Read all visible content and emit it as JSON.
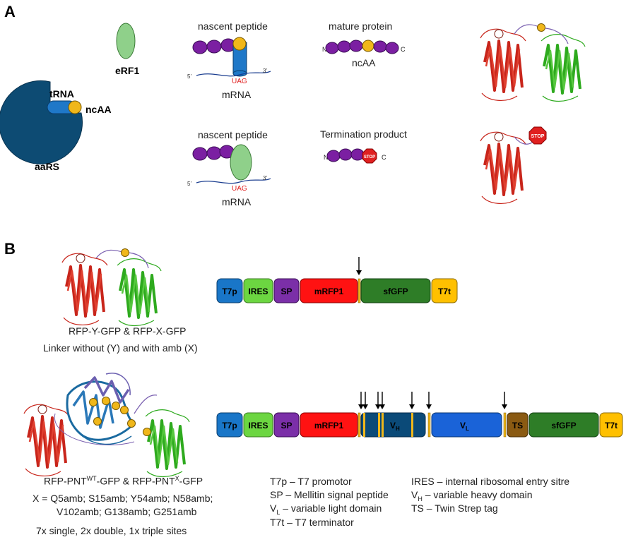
{
  "panels": {
    "a": "A",
    "b": "B"
  },
  "panel_a": {
    "erf1": "eRF1",
    "trna": "tRNA",
    "ncaa": "ncAA",
    "aars": "aaRS",
    "nascent_peptide_top": "nascent peptide",
    "nascent_peptide_bottom": "nascent peptide",
    "mrna_top": "mRNA",
    "mrna_bottom": "mRNA",
    "uag_top": "UAG",
    "uag_bottom": "UAG",
    "five_prime": "5’",
    "three_prime": "3’",
    "mature_protein": "mature protein",
    "ncaa_label": "ncAA",
    "termination_product": "Termination product",
    "n_term": "N",
    "c_term": "C",
    "stop": "STOP"
  },
  "panel_b": {
    "construct1": {
      "caption_main": "RFP-Y-GFP & RFP-X-GFP",
      "caption_sub": "Linker without (Y) and with amb (X)",
      "segments": [
        "T7p",
        "IRES",
        "SP",
        "mRFP1",
        "sfGFP",
        "T7t"
      ]
    },
    "construct2": {
      "caption_prefix1": "RFP-PNT",
      "caption_sup1": "WT",
      "caption_mid": "-GFP & RFP-PNT",
      "caption_sup2": "X",
      "caption_suffix": "-GFP",
      "sites_line1": "X = Q5amb; S15amb; Y54amb; N58amb;",
      "sites_line2": "V102amb; G138amb; G251amb",
      "sites_line3": "7x single, 2x double, 1x triple sites",
      "segments": [
        "T7p",
        "IRES",
        "SP",
        "mRFP1",
        "V",
        "V",
        "TS",
        "sfGFP",
        "T7t"
      ],
      "vh_sub": "H",
      "vl_sub": "L"
    },
    "legend": {
      "t7p": "T7p – T7 promotor",
      "sp": "SP – Mellitin signal peptide",
      "vl_pre": "V",
      "vl_sub": "L",
      "vl_post": " – variable light domain",
      "t7t": "T7t – T7 terminator",
      "ires": "IRES – internal ribosomal entry sitre",
      "vh_pre": "V",
      "vh_sub": "H",
      "vh_post": " – variable heavy domain",
      "ts": "TS – Twin Strep tag"
    }
  },
  "colors": {
    "aars": "#0d4b73",
    "trna": "#1f78c8",
    "ncaa": "#f0b71a",
    "peptide": "#7b1fa2",
    "erf1": "#8fd08a",
    "uag": "#e02020",
    "mrna": "#1a3d8f",
    "rfp": "#c8251b",
    "gfp": "#2eaa1e",
    "pnt": "#6b5fb0",
    "t7p": "#1976c8",
    "ires": "#6cd641",
    "sp": "#7b2fa8",
    "mrfp1": "#ff1212",
    "sfgfp": "#2e7d27",
    "t7t": "#ffc000",
    "vh": "#0b4a78",
    "vl": "#1a63d8",
    "ts": "#8a5a12"
  }
}
